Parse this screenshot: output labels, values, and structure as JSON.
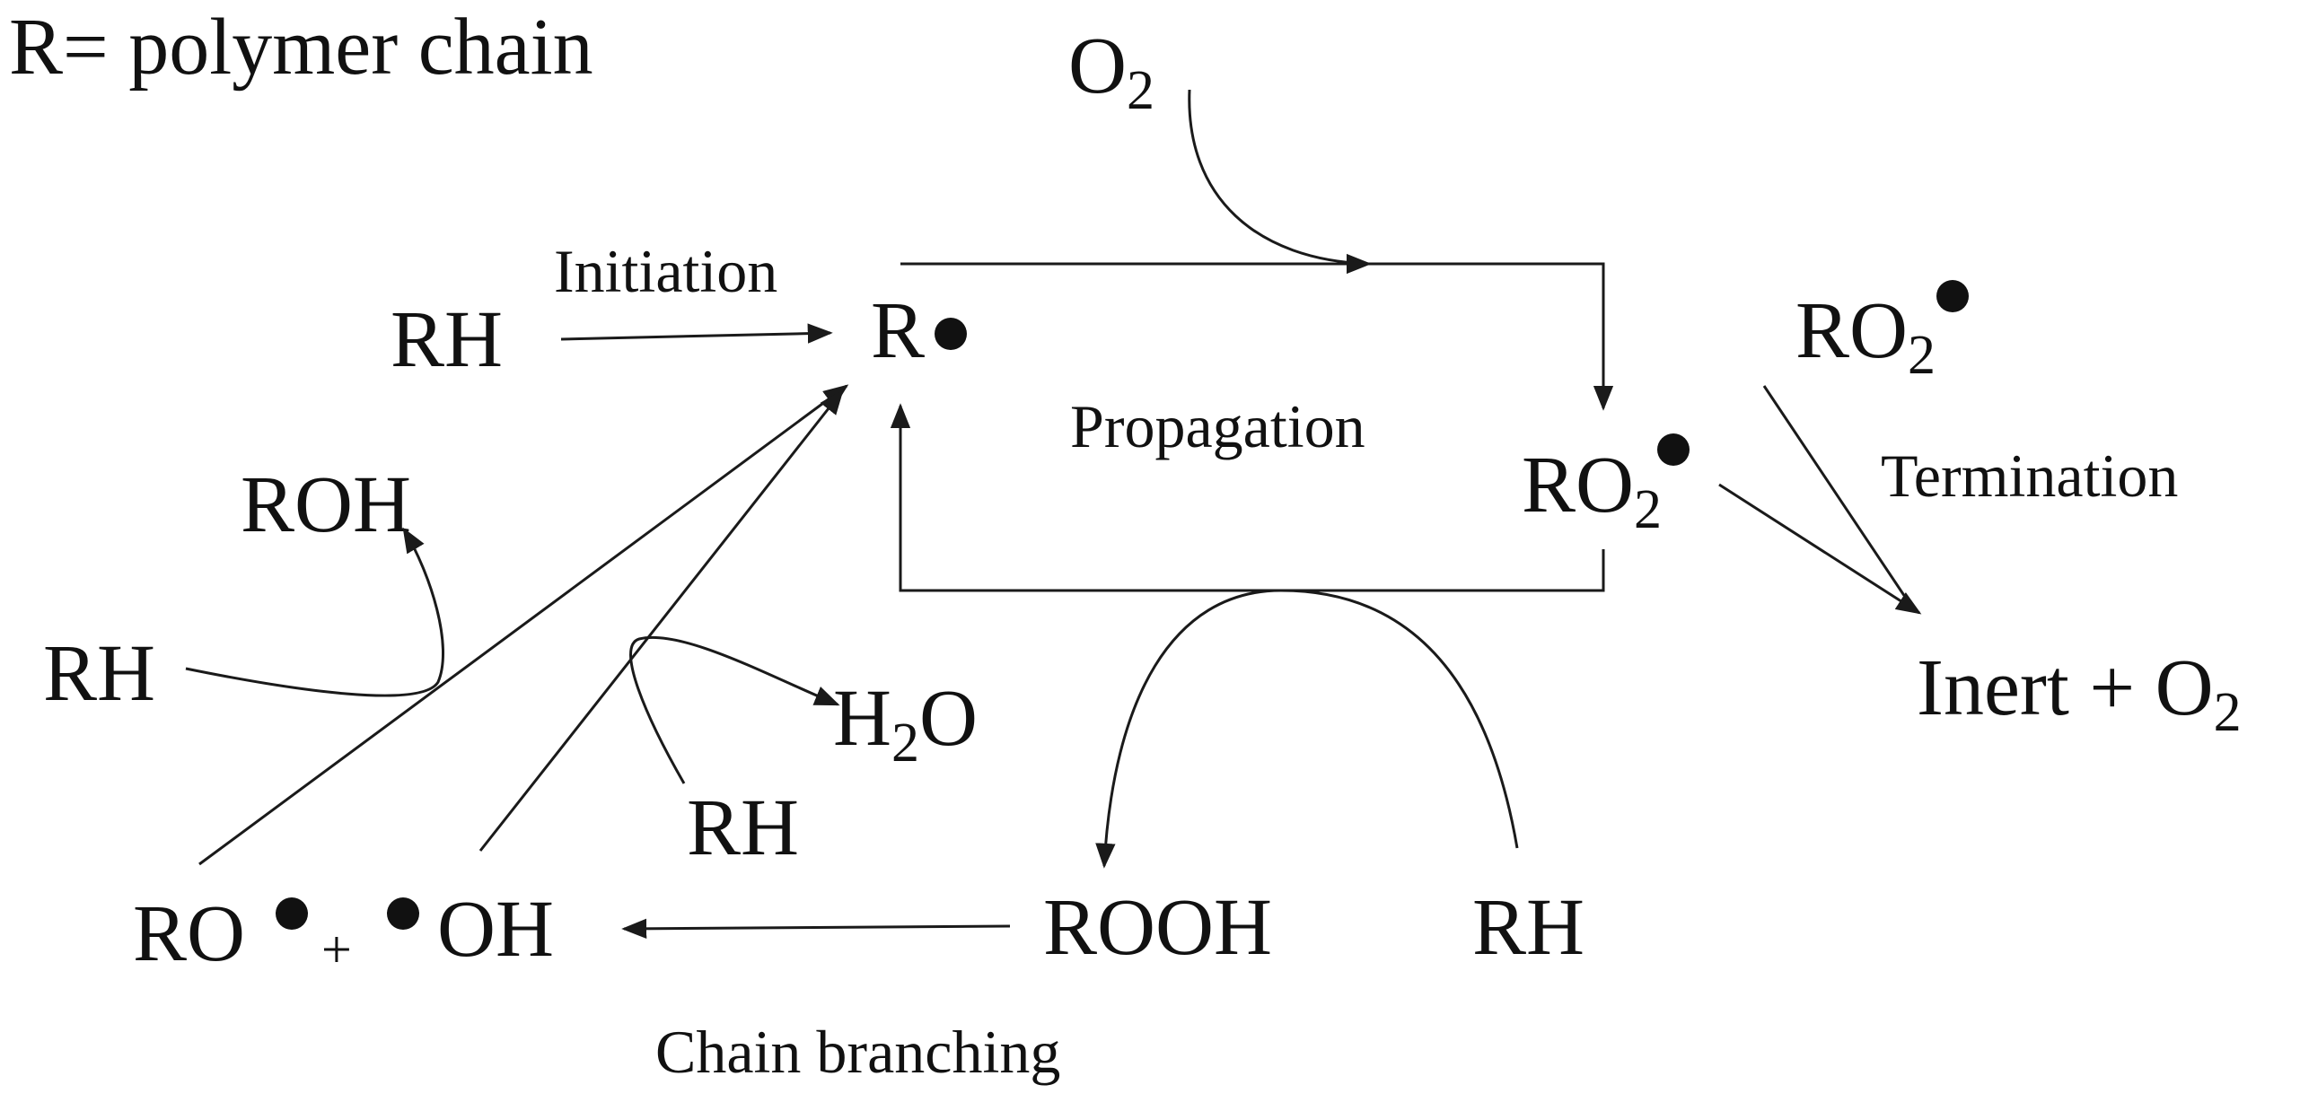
{
  "legend": {
    "text": "R= polymer chain"
  },
  "species": {
    "rh_initiation": "RH",
    "r_radical": "R",
    "o2_top": {
      "base": "O",
      "sub": "2"
    },
    "ro2_mid": {
      "base": "RO",
      "sub": "2"
    },
    "ro2_term": {
      "base": "RO",
      "sub": "2"
    },
    "inert": {
      "base": "Inert + O",
      "sub": "2"
    },
    "roh": "ROH",
    "rh_left": "RH",
    "h2o": {
      "h": "H",
      "sub": "2",
      "o": "O"
    },
    "rh_mid": "RH",
    "ro": "RO",
    "plus": "+",
    "oh": "OH",
    "rooh": "ROOH",
    "rh_bottom": "RH"
  },
  "labels": {
    "initiation": "Initiation",
    "propagation": "Propagation",
    "termination": "Termination",
    "chain_branching": "Chain branching"
  },
  "colors": {
    "ink": "#111111",
    "line": "#1a1a1a",
    "background": "#ffffff"
  }
}
